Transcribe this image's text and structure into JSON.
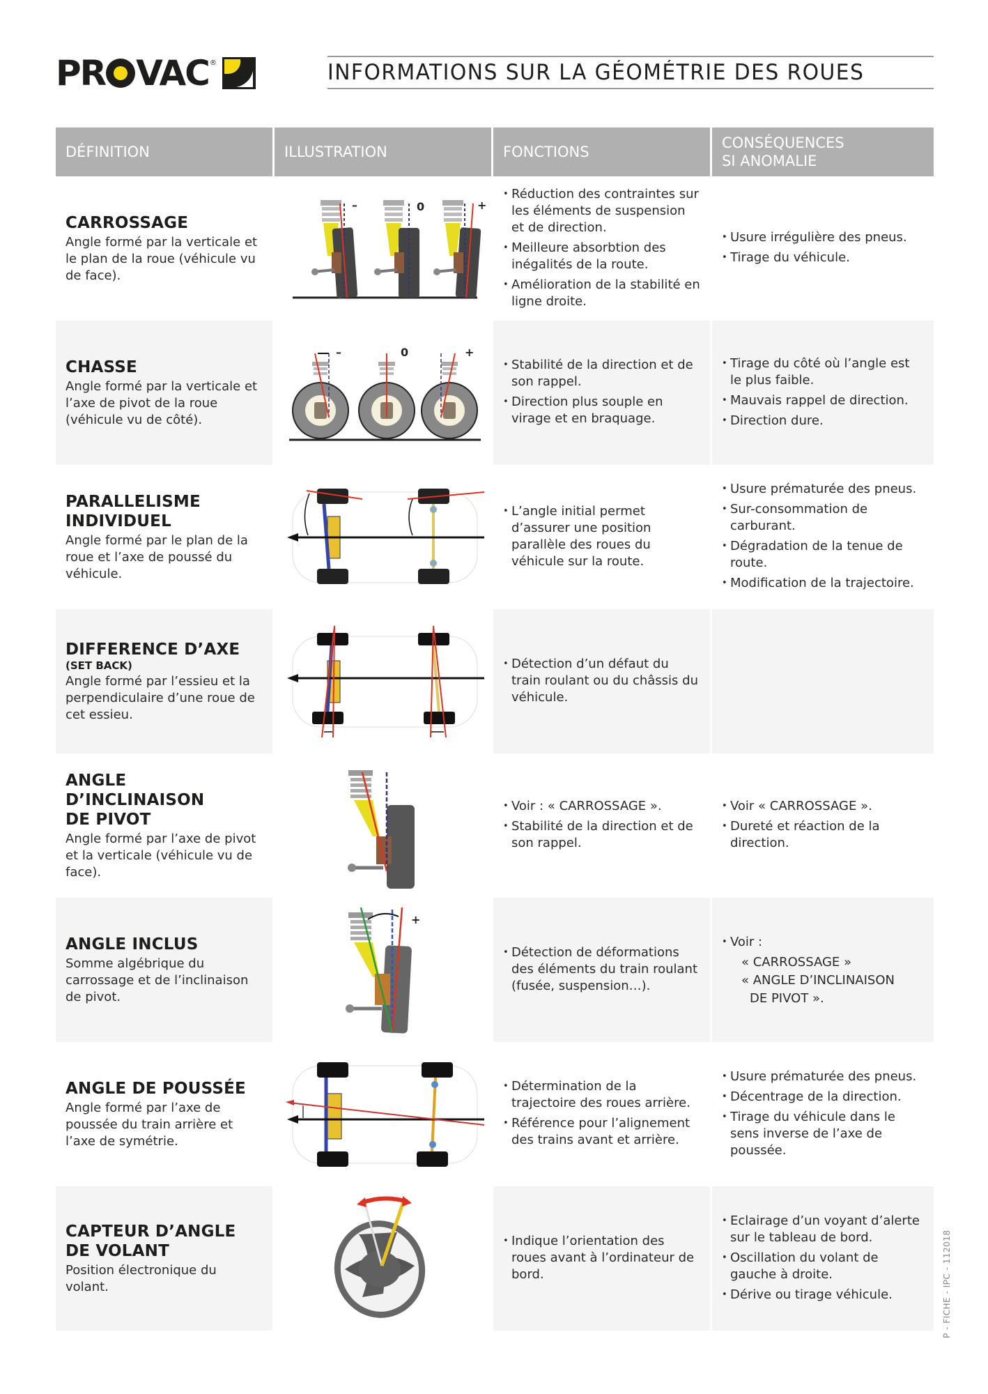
{
  "brand": {
    "name": "PROVAC",
    "name_before_o": "PR",
    "name_after_o": "VAC",
    "registered": "®",
    "colors": {
      "black": "#1d1d1b",
      "yellow": "#f6d90f"
    }
  },
  "header": {
    "title": "INFORMATIONS SUR LA GÉOMÉTRIE DES ROUES"
  },
  "table": {
    "columns": [
      {
        "label": "DÉFINITION"
      },
      {
        "label": "ILLUSTRATION"
      },
      {
        "label": "FONCTIONS"
      },
      {
        "label": "CONSÉQUENCES SI ANOMALIE"
      }
    ],
    "header_color": "#b0b0b0",
    "alt_row_color": "#f4f4f4",
    "rows": [
      {
        "title": "CARROSSAGE",
        "subtitle": "",
        "definition": "Angle formé par la verticale et le plan de la roue (véhicule vu de face).",
        "illustration": {
          "type": "camber-diagram",
          "labels": [
            "–",
            "0",
            "+"
          ]
        },
        "functions": [
          "Réduction des contraintes sur les éléments de suspension et de direction.",
          "Meilleure absorbtion des inégalités de la route.",
          "Amélioration de la stabilité en ligne droite."
        ],
        "consequences": [
          "Usure irrégulière des pneus.",
          "Tirage du véhicule."
        ]
      },
      {
        "title": "CHASSE",
        "subtitle": "",
        "definition": "Angle formé par la verticale et l’axe de pivot de la roue (véhicule vu de côté).",
        "illustration": {
          "type": "caster-diagram",
          "labels": [
            "–",
            "0",
            "+"
          ]
        },
        "functions": [
          "Stabilité de la direction et de son rappel.",
          "Direction plus souple en virage et en braquage."
        ],
        "consequences": [
          "Tirage du côté où l’angle est le plus faible.",
          "Mauvais rappel de direction.",
          "Direction dure."
        ]
      },
      {
        "title": "PARALLELISME INDIVIDUEL",
        "subtitle": "",
        "definition": "Angle formé par le plan de la roue et l’axe de poussé du véhicule.",
        "illustration": {
          "type": "toe-diagram"
        },
        "functions": [
          "L’angle initial permet d’assurer une position parallèle des roues du véhicule sur la route."
        ],
        "consequences": [
          "Usure prématurée des pneus.",
          "Sur-consommation de carburant.",
          "Dégradation de la tenue de route.",
          "Modification de la trajectoire."
        ]
      },
      {
        "title": "DIFFERENCE D’AXE",
        "subtitle": "(SET BACK)",
        "definition": "Angle formé par l’essieu et la perpendiculaire d’une roue de cet essieu.",
        "illustration": {
          "type": "setback-diagram"
        },
        "functions": [
          "Détection d’un défaut du train roulant ou du châssis du véhicule."
        ],
        "consequences": []
      },
      {
        "title": "ANGLE D’INCLINAISON DE PIVOT",
        "subtitle": "",
        "definition": "Angle formé par l’axe de pivot et la verticale (véhicule vu de face).",
        "illustration": {
          "type": "kingpin-diagram"
        },
        "functions": [
          "Voir : « CARROSSAGE ».",
          "Stabilité de la direction et de son rappel."
        ],
        "consequences": [
          "Voir « CARROSSAGE ».",
          "Dureté et réaction de la direction."
        ]
      },
      {
        "title": "ANGLE INCLUS",
        "subtitle": "",
        "definition": "Somme algébrique du carrossage et de l’inclinaison de pivot.",
        "illustration": {
          "type": "included-angle-diagram",
          "labels": [
            "+"
          ]
        },
        "functions": [
          "Détection de déformations des éléments du train roulant (fusée, suspension…)."
        ],
        "consequences_intro": "Voir :",
        "consequences_refs": [
          "« CARROSSAGE »",
          "« ANGLE D’INCLINAISON",
          "DE PIVOT »."
        ]
      },
      {
        "title": "ANGLE DE POUSSÉE",
        "subtitle": "",
        "definition": "Angle formé par l’axe de poussée du train arrière et l’axe de symétrie.",
        "illustration": {
          "type": "thrust-angle-diagram"
        },
        "functions": [
          "Détermination de la trajectoire des roues arrière.",
          "Référence pour l’alignement des trains avant et arrière."
        ],
        "consequences": [
          "Usure prématurée des pneus.",
          "Décentrage de la direction.",
          "Tirage du véhicule dans le sens inverse de l’axe de poussée."
        ]
      },
      {
        "title": "CAPTEUR D’ANGLE DE VOLANT",
        "subtitle": "",
        "definition": "Position électronique du volant.",
        "illustration": {
          "type": "steering-wheel-diagram"
        },
        "functions": [
          "Indique l’orientation des roues avant à l’ordinateur de bord."
        ],
        "consequences": [
          "Eclairage d’un voyant d’alerte sur le tableau de bord.",
          "Oscillation du volant de gauche à droite.",
          "Dérive ou tirage véhicule."
        ]
      }
    ]
  },
  "footer": {
    "code": "P - FICHE - IPC - 112018"
  }
}
